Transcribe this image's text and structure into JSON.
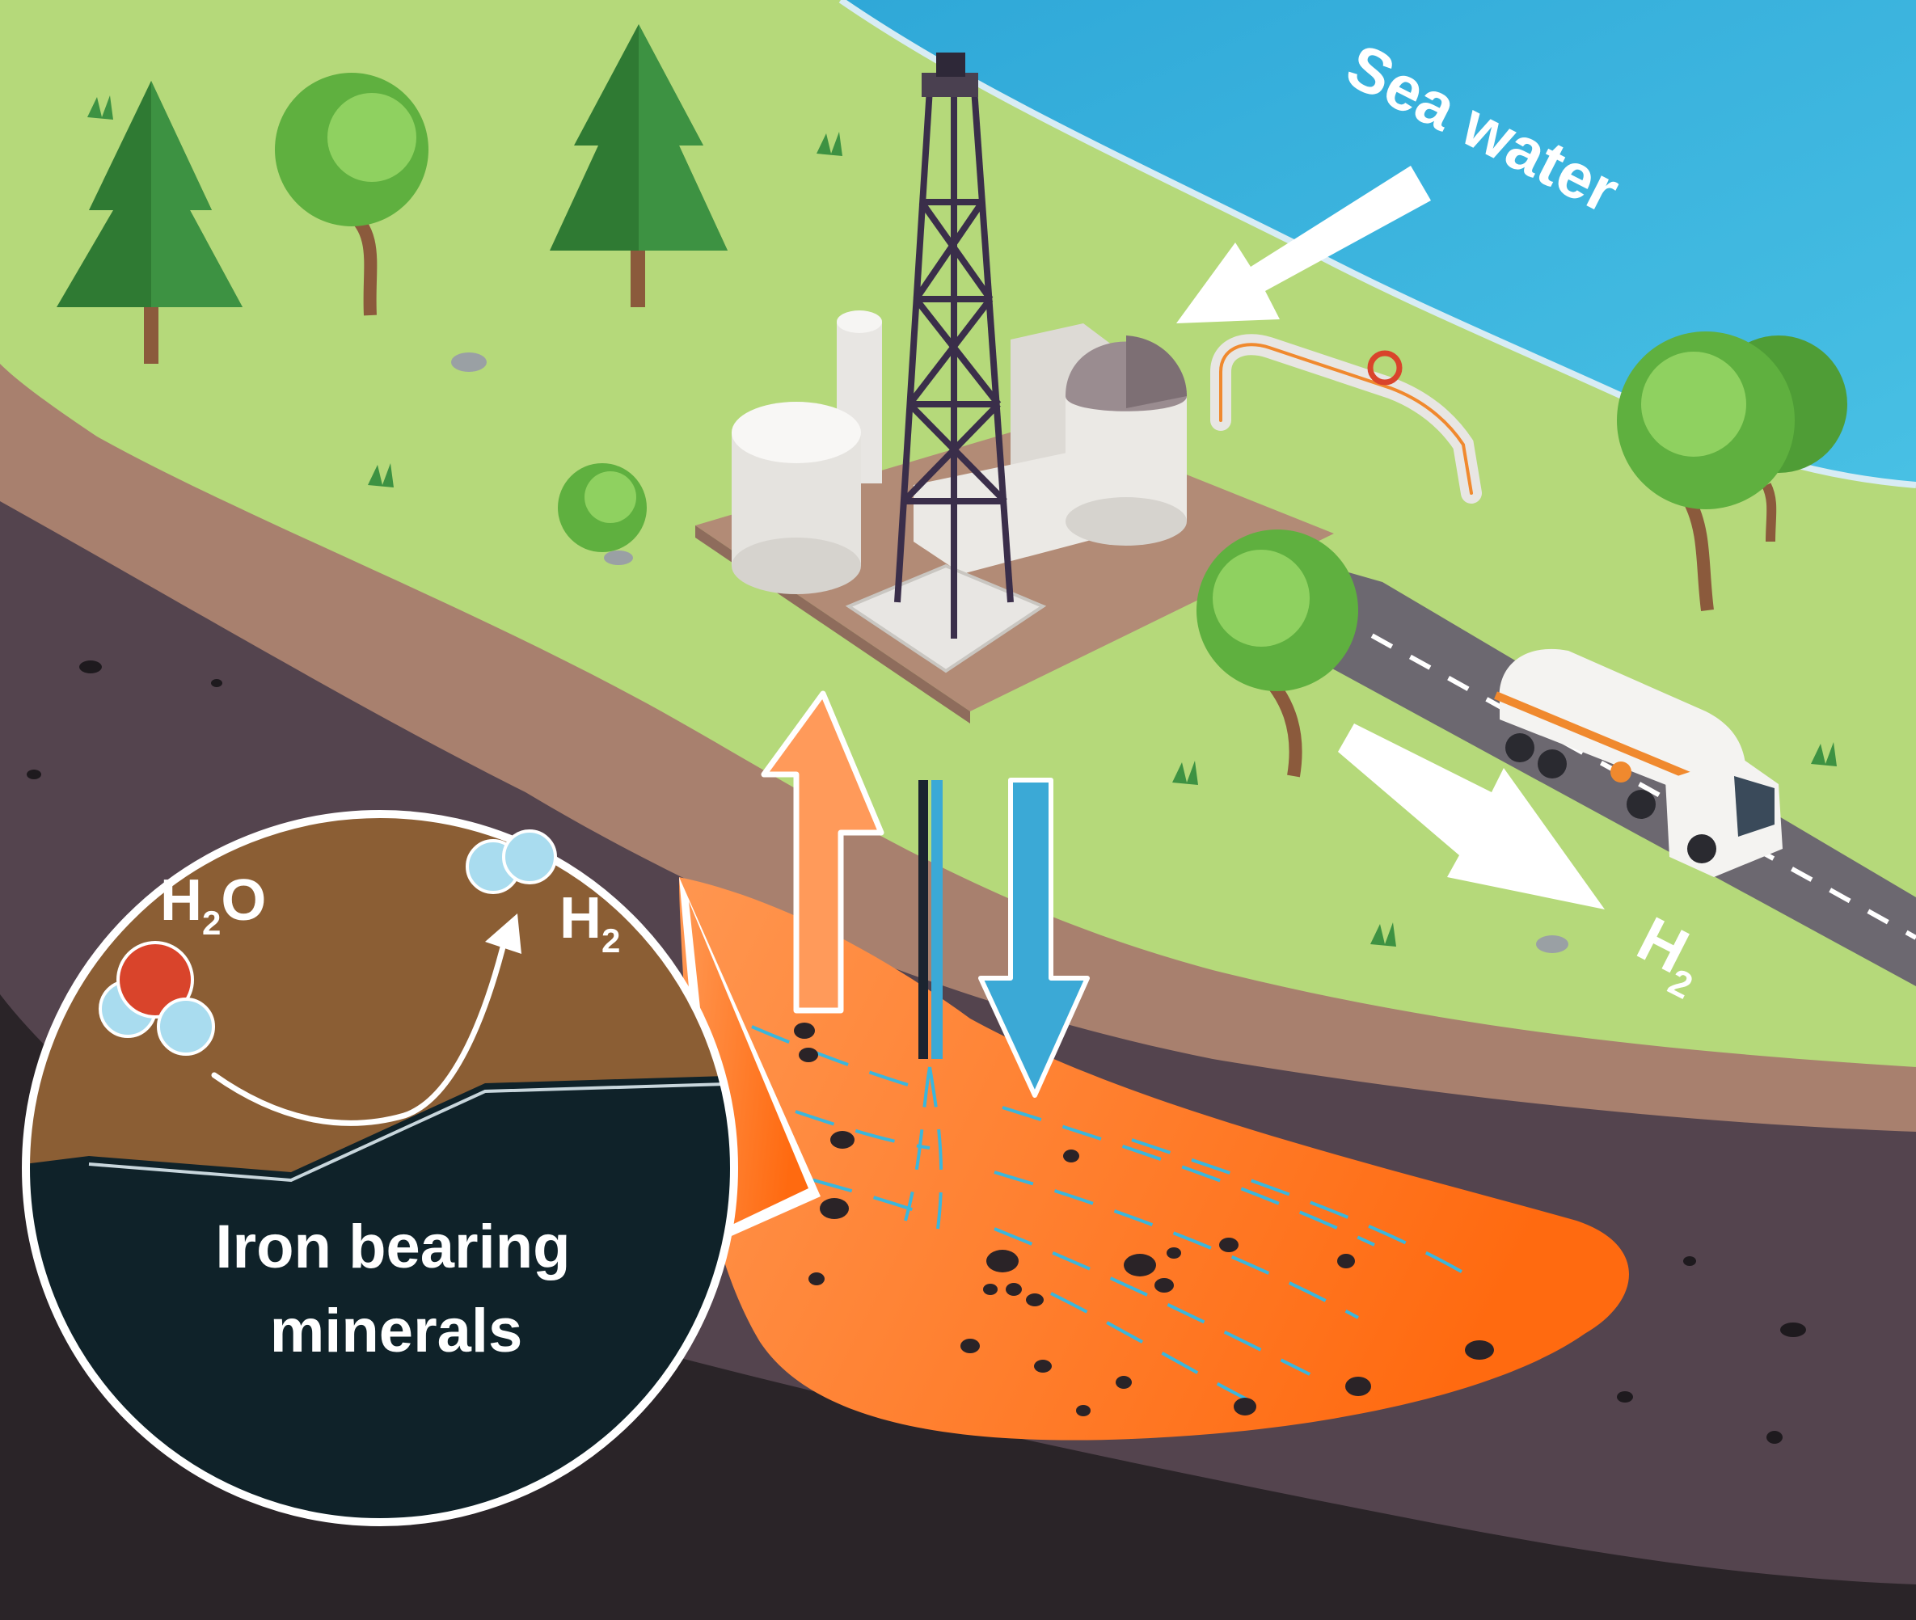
{
  "labels": {
    "sea_water": "Sea water",
    "h2_output_main": "H",
    "h2_output_sub": "2",
    "h2o_main": "H",
    "h2o_sub": "2",
    "h2o_tail": "O",
    "h2_inset_main": "H",
    "h2_inset_sub": "2",
    "inset_line1": "Iron bearing",
    "inset_line2": "minerals"
  },
  "colors": {
    "grass": "#b5d97a",
    "sea": "#3bb3dc",
    "soil": "#a8806e",
    "deep_rock": "#54444e",
    "reservoir": "#ff7a1f",
    "arrow_up": "#ff9a5a",
    "arrow_down": "#3ba9d6",
    "inset_soil": "#8b5e34",
    "inset_mineral": "#0f2229",
    "oxygen": "#d9442b",
    "hydrogen": "#a9dcef"
  },
  "icons": {
    "truck": "tanker-truck-icon",
    "rig": "drilling-rig-icon",
    "plant": "processing-plant-icon",
    "pipe": "pipeline-icon"
  }
}
